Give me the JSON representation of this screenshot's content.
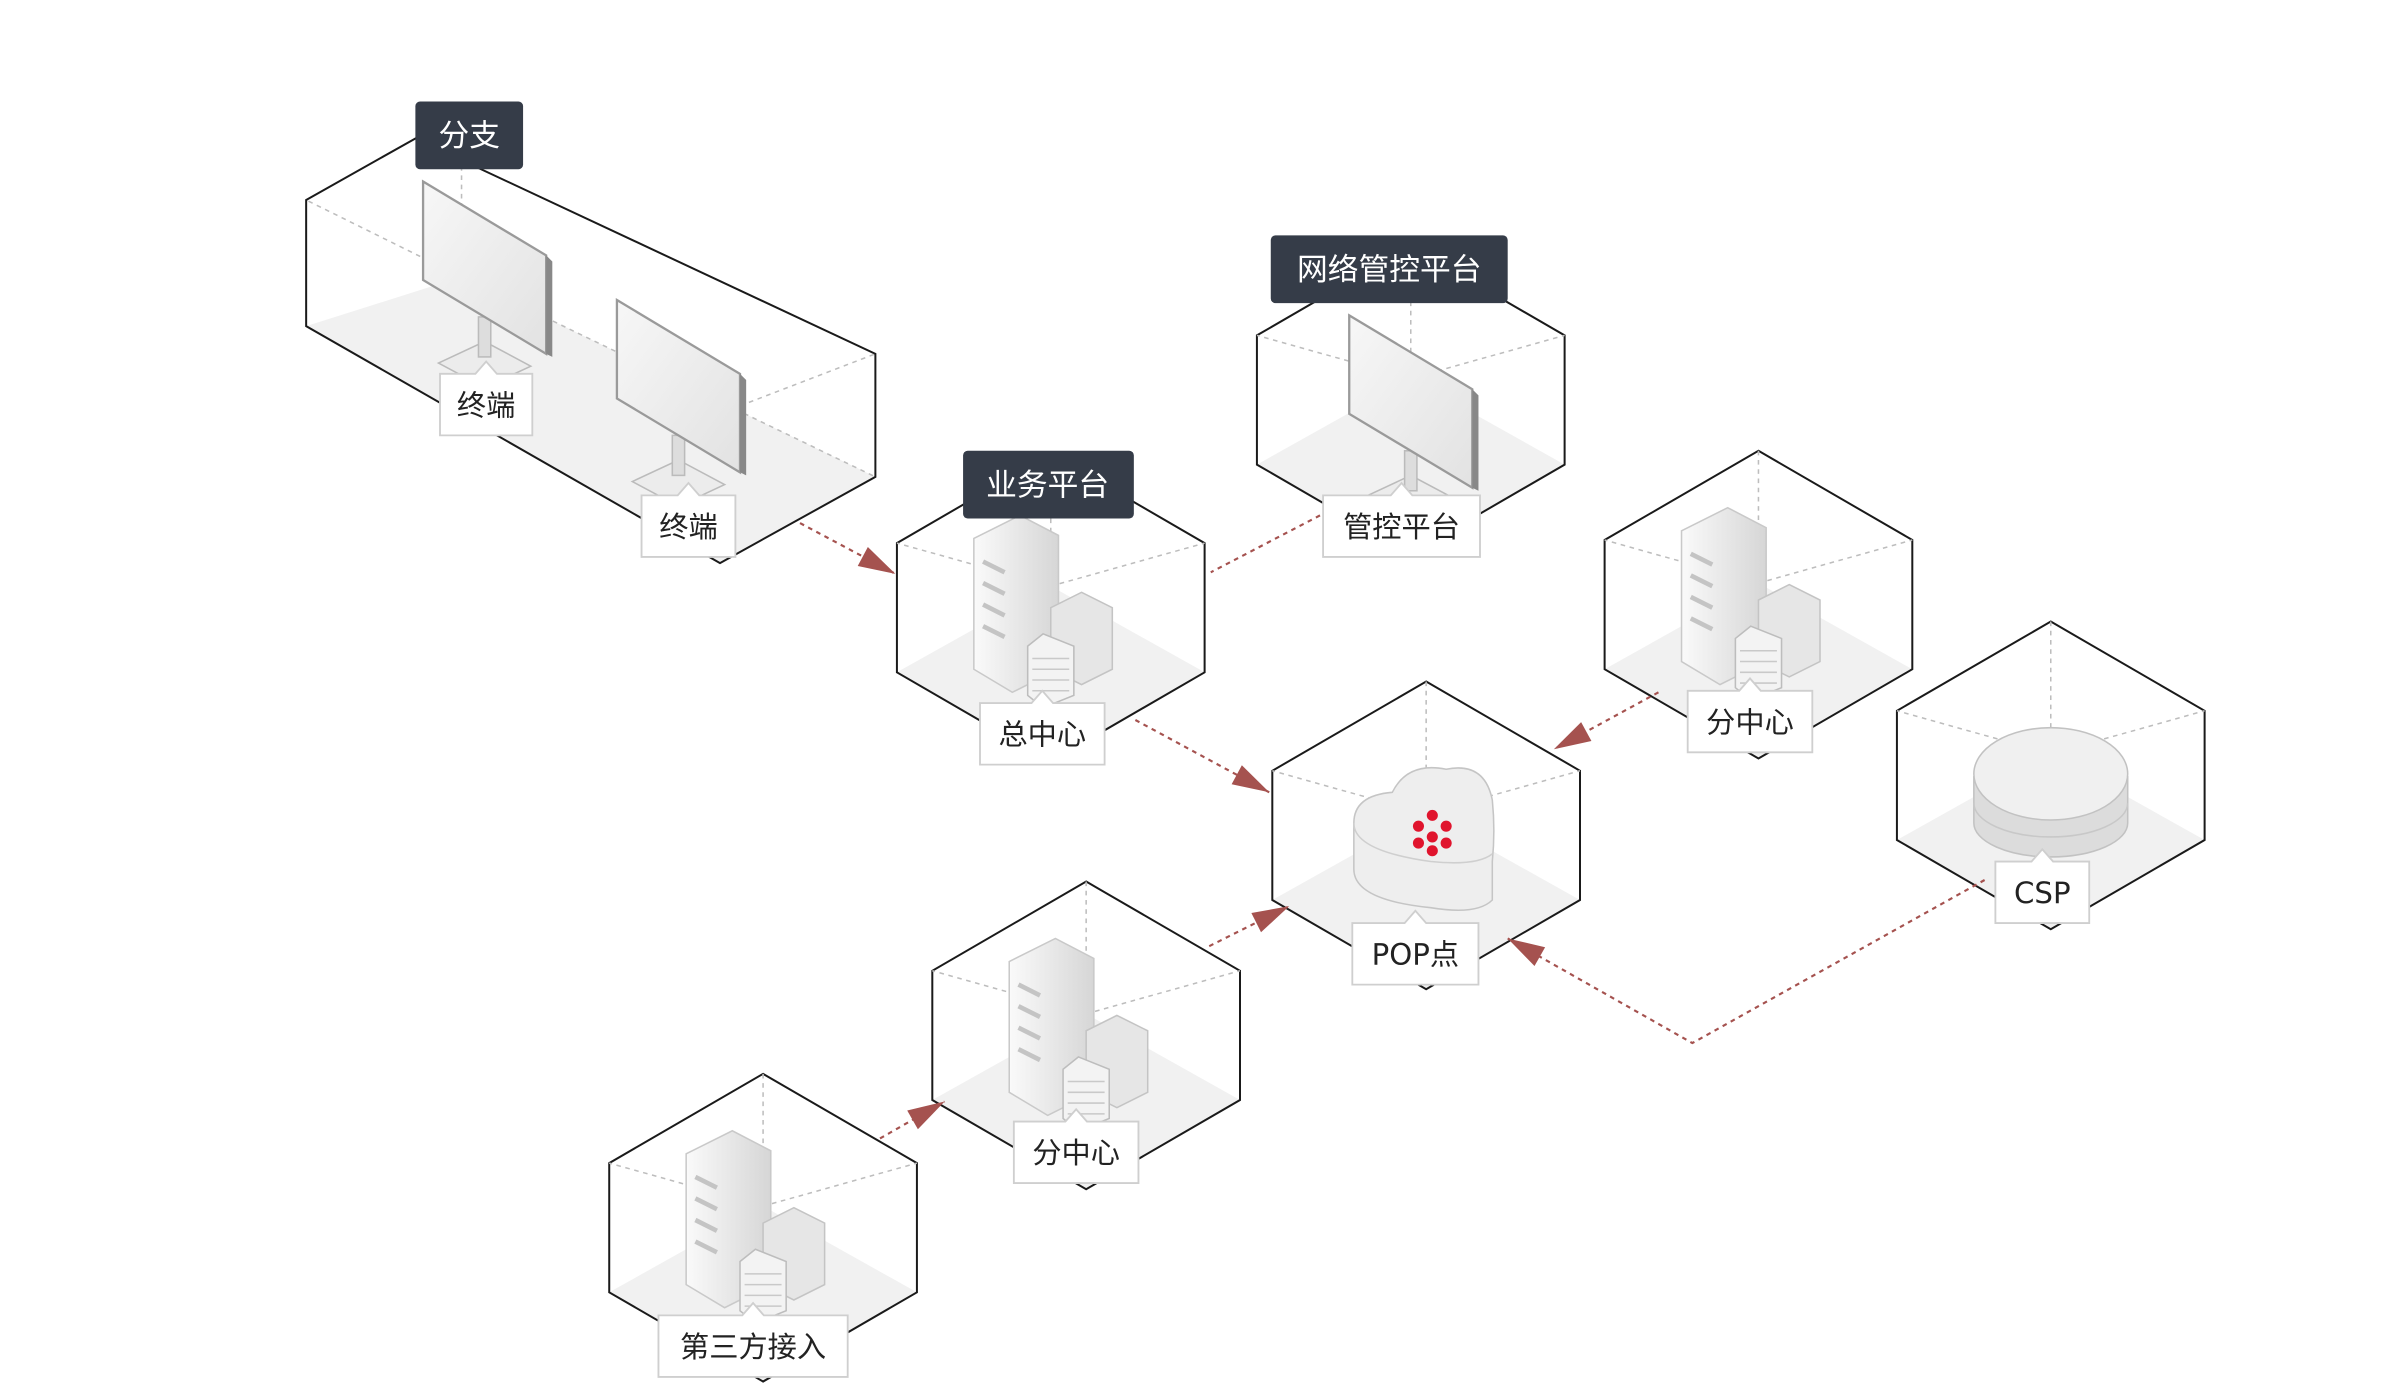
{
  "groups": {
    "branch": "分支",
    "network_mgmt": "网络管控平台",
    "business": "业务平台"
  },
  "nodes": {
    "terminal_1": "终端",
    "terminal_2": "终端",
    "hq_center": "总中心",
    "mgmt_platform": "管控平台",
    "sub_center_right": "分中心",
    "csp": "CSP",
    "pop": "POP点",
    "sub_center_bottom": "分中心",
    "third_party": "第三方接入"
  },
  "colors": {
    "link": "#a5524f",
    "dark_label": "#353c48",
    "pop_logo": "#e0142d"
  },
  "icons": {
    "terminal": "monitor-icon",
    "center": "server-building-icon",
    "pop": "cloud-icon",
    "csp": "database-cylinder-icon"
  }
}
